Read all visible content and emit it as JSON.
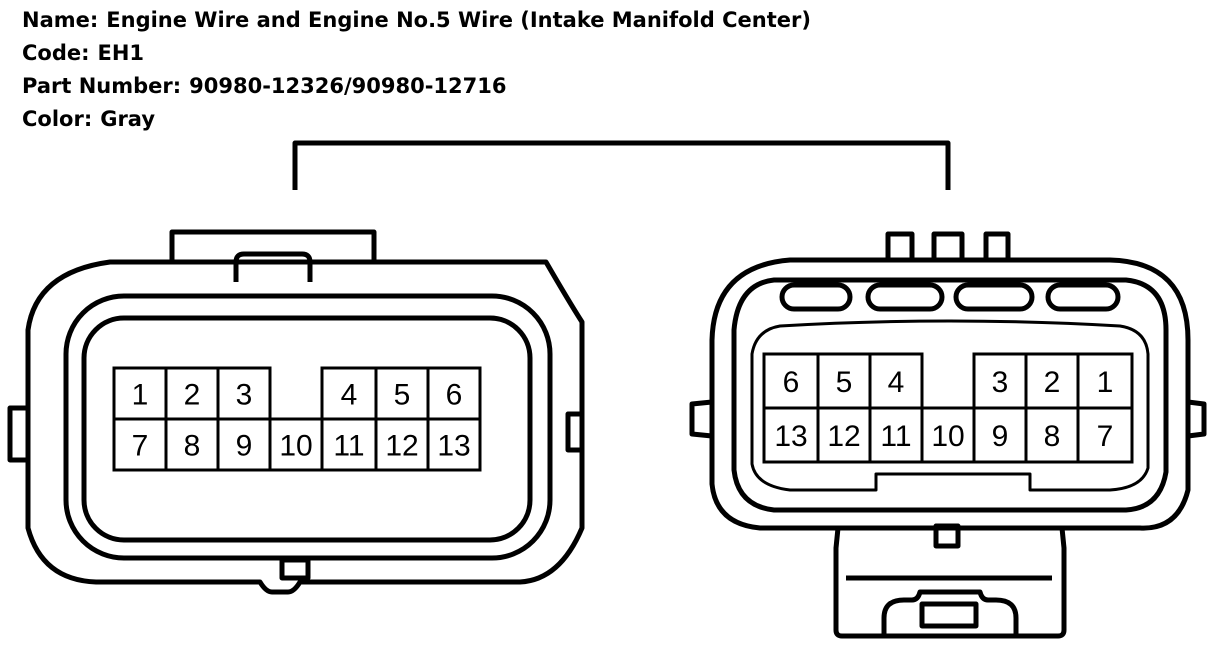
{
  "header": {
    "name_label": "Name:",
    "name_value": "Engine Wire and Engine No.5 Wire (Intake Manifold Center)",
    "code_label": "Code:",
    "code_value": "EH1",
    "part_label": "Part Number:",
    "part_value": "90980-12326/90980-12716",
    "color_label": "Color:",
    "color_value": "Gray"
  },
  "left_connector": {
    "pins": [
      "1",
      "2",
      "3",
      "4",
      "5",
      "6",
      "7",
      "8",
      "9",
      "10",
      "11",
      "12",
      "13"
    ]
  },
  "right_connector": {
    "pins": [
      "6",
      "5",
      "4",
      "3",
      "2",
      "1",
      "13",
      "12",
      "11",
      "10",
      "9",
      "8",
      "7"
    ]
  }
}
